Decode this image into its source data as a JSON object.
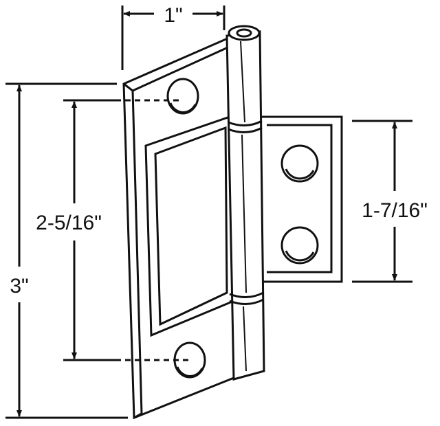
{
  "dimensions": {
    "width_top": "1\"",
    "height_total": "3\"",
    "hole_spacing_left": "2-5/16\"",
    "leaf_height_right": "1-7/16\""
  },
  "colors": {
    "line": "#111111",
    "background": "#ffffff"
  }
}
